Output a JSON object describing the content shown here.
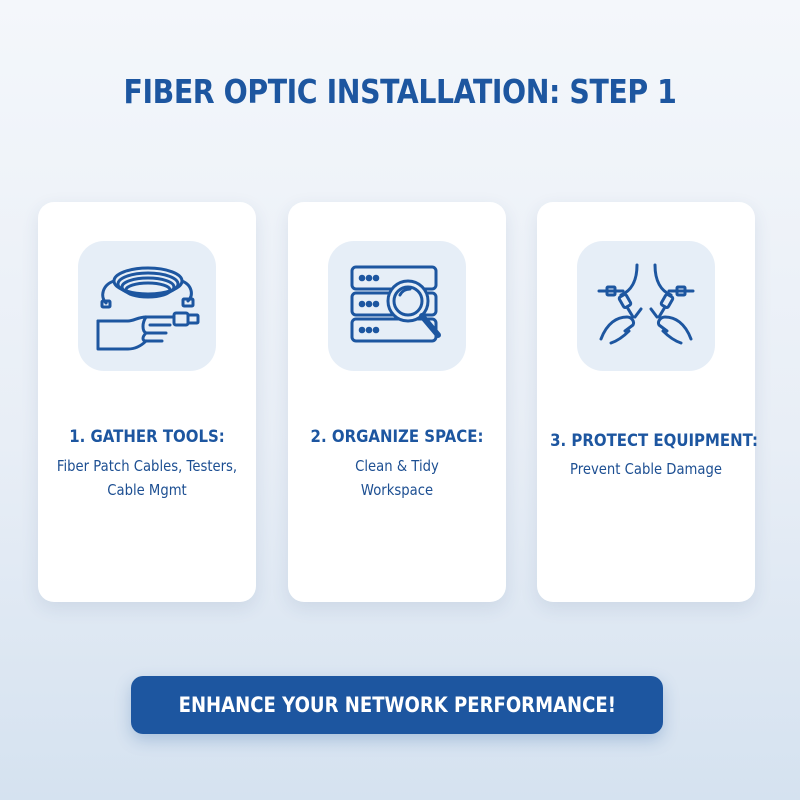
{
  "page": {
    "title": "FIBER OPTIC INSTALLATION: STEP 1"
  },
  "cards": [
    {
      "heading": "1. GATHER TOOLS:",
      "desc_lines": [
        "Fiber Patch Cables, Testers,",
        "Cable Mgmt"
      ],
      "icon": "cable-coil-hand-icon"
    },
    {
      "heading": "2. ORGANIZE SPACE:",
      "desc_lines": [
        "Clean & Tidy",
        "Workspace"
      ],
      "icon": "server-magnifier-icon"
    },
    {
      "heading": "3. PROTECT EQUIPMENT:",
      "desc_lines": [
        "Prevent Cable Damage"
      ],
      "icon": "hands-connectors-icon"
    }
  ],
  "cta": {
    "label": "ENHANCE YOUR NETWORK PERFORMANCE!"
  },
  "colors": {
    "primary": "#1d56a0",
    "icon_bg": "#e6eef7",
    "card_bg": "#ffffff"
  }
}
